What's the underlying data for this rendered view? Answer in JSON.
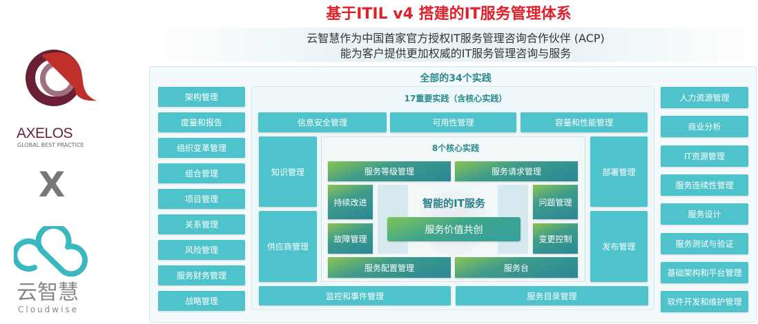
{
  "title": "基于ITIL v4 搭建的IT服务管理体系",
  "subtitle": [
    "云智慧作为中国首家官方授权IT服务管理咨询合作伙伴 (ACP)",
    "能为客户提供更加权威的IT服务管理咨询与服务"
  ],
  "logos": {
    "axelos": "AXELOS",
    "axelos_tag": "GLOBAL BEST PRACTICE",
    "times": "X",
    "cloudwise_cn": "云智慧",
    "cloudwise_en": "Cloudwise"
  },
  "colors": {
    "title": "#e0202a",
    "teal": "#4fc3cc",
    "heading": "#2a8a8f"
  },
  "all_title": "全部的34个实践",
  "left_practices": [
    "架构管理",
    "度量和报告",
    "组织变革管理",
    "组合管理",
    "项目管理",
    "关系管理",
    "风险管理",
    "服务财务管理",
    "战略管理"
  ],
  "right_practices": [
    "人力资源管理",
    "商业分析",
    "IT资源管理",
    "服务连续性管理",
    "服务设计",
    "服务测试与验证",
    "基础架构和平台管理",
    "软件开发和维护管理"
  ],
  "important": {
    "title": "17重要实践（含核心实践）",
    "top": [
      "信息安全管理",
      "可用性管理",
      "容量和性能管理"
    ],
    "left": [
      "知识管理",
      "供应商管理"
    ],
    "right": [
      "部署管理",
      "发布管理"
    ],
    "bottom": [
      "监控和事件管理",
      "服务目录管理"
    ]
  },
  "core": {
    "title": "8个核心实践",
    "top": [
      "服务等级管理",
      "服务请求管理"
    ],
    "left": [
      "持续改进",
      "故障管理"
    ],
    "right": [
      "问题管理",
      "变更控制"
    ],
    "bottom": [
      "服务配置管理",
      "服务台"
    ],
    "center_title": "智能的IT服务",
    "center": "服务价值共创"
  }
}
